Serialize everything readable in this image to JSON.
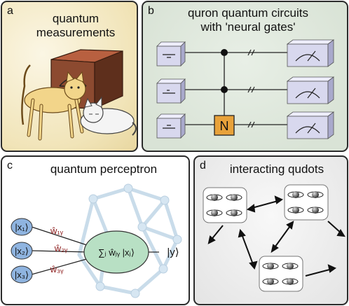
{
  "panel_a": {
    "label": "a",
    "title_line1": "quantum",
    "title_line2": "measurements"
  },
  "panel_b": {
    "label": "b",
    "title_line1": "quron quantum circuits",
    "title_line2": "with 'neural gates'",
    "gate_label": "N"
  },
  "panel_c": {
    "label": "c",
    "title": "quantum perceptron",
    "inputs": [
      "|x₁⟩",
      "|x₂⟩",
      "|x₃⟩"
    ],
    "weights": [
      "ŵ₁ᵧ",
      "ŵ₂ᵧ",
      "ŵ₃ᵧ"
    ],
    "sum_expr": "∑ⱼ ŵⱼᵧ |xⱼ⟩",
    "output": "|y⟩"
  },
  "panel_d": {
    "label": "d",
    "title": "interacting qudots"
  },
  "colors": {
    "input_node": "#8fb4e0",
    "weight_text": "#8b1a1a",
    "neuron": "#b8e0c4",
    "gate": "#e8a23a",
    "box_face": "#d8d8ee"
  }
}
